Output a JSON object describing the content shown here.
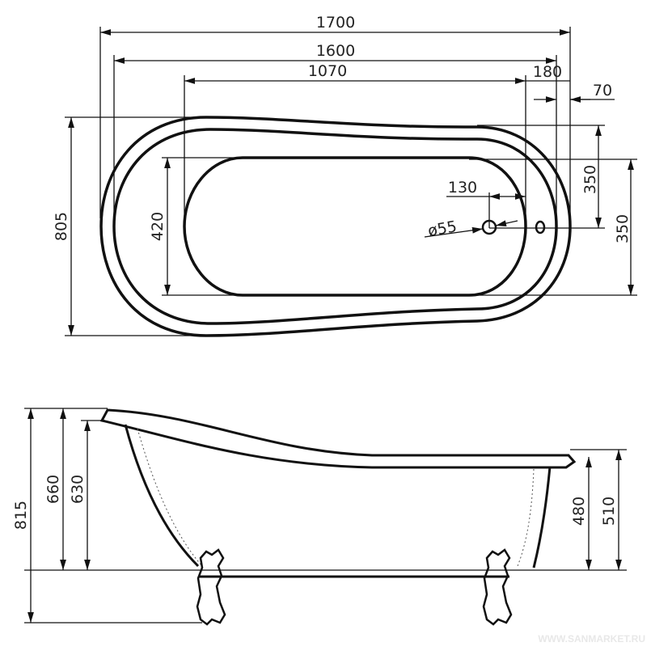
{
  "top_view": {
    "dims": {
      "overall_length": "1700",
      "rim_length": "1600",
      "basin_length": "1070",
      "end_offset": "180",
      "overflow_offset": "70",
      "overall_width": "805",
      "basin_width": "420",
      "end_half_width": "350",
      "end_width": "350",
      "drain_offset": "130",
      "drain_diameter": "ø55"
    }
  },
  "side_view": {
    "dims": {
      "total_height": "815",
      "head_height": "660",
      "head_inner_height": "630",
      "foot_end_inner": "480",
      "foot_end_height": "510"
    }
  },
  "watermark": "WWW.SANMARKET.RU"
}
